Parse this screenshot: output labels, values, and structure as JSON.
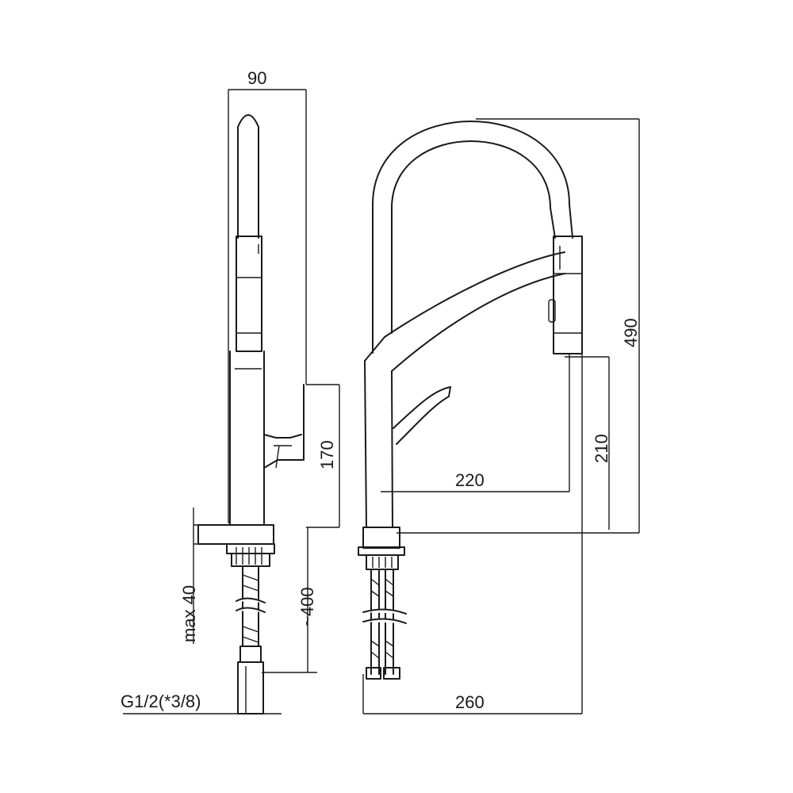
{
  "dimensions": {
    "width_top": "90",
    "spout_height": "170",
    "max_deck": "max 40",
    "hose_length": "~400",
    "connection": "G1/2(*3/8)",
    "total_height": "490",
    "spout_clearance": "210",
    "spout_reach": "220",
    "total_reach": "260"
  }
}
